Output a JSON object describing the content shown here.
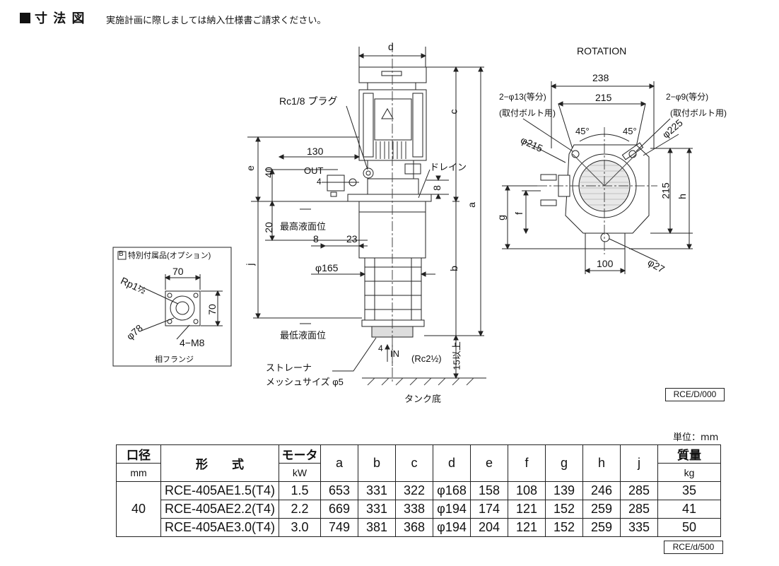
{
  "header": {
    "title": "寸 法 図",
    "subtitle": "実施計画に際しましては納入仕様書ご請求ください。"
  },
  "drawing": {
    "d": "d",
    "c": "c",
    "a": "a",
    "b": "b",
    "e": "e",
    "f": "f",
    "g": "g",
    "h": "h",
    "j": "j",
    "plug": "Rc1/8 プラグ",
    "dim130": "130",
    "dim40": "40",
    "out": "OUT",
    "dim4": "4",
    "drain": "ドレイン",
    "dim8a": "8",
    "dim20": "20",
    "high_level": "最高液面位",
    "dim8b": "8",
    "dim23": "23",
    "phi165": "φ165",
    "low_level": "最低液面位",
    "strainer": "ストレーナ",
    "mesh": "メッシュサイズ φ5",
    "dim4in": "4",
    "in": "IN",
    "rc2": "(Rc2½)",
    "above15": "15以上",
    "tank_bottom": "タンク底",
    "rotation": "ROTATION",
    "dim238": "238",
    "dim215top": "215",
    "bolt13": "2−φ13(等分)",
    "bolt_note1": "(取付ボルト用)",
    "bolt9": "2−φ9(等分)",
    "bolt_note2": "(取付ボルト用)",
    "ang45a": "45°",
    "ang45b": "45°",
    "phi215": "φ215",
    "phi225": "φ225",
    "dim215side": "215",
    "dim100": "100",
    "phi27": "φ27",
    "flange_box_letter": "B",
    "flange_title": "特別付属品(オプション)",
    "fl70a": "70",
    "fl70b": "70",
    "rp": "Rp1½",
    "phi78": "φ78",
    "m8": "4−M8",
    "flange_caption": "相フランジ"
  },
  "ref_code_1": "RCE/D/000",
  "unit_label": "単位：mm",
  "table": {
    "h_bore": "口径",
    "h_bore_unit": "mm",
    "h_model": "形　　式",
    "h_motor": "モータ",
    "h_motor_unit": "kW",
    "cols": [
      "a",
      "b",
      "c",
      "d",
      "e",
      "f",
      "g",
      "h",
      "j"
    ],
    "h_mass": "質量",
    "h_mass_unit": "kg",
    "bore": "40",
    "rows": [
      {
        "model": "RCE-405AE1.5(T4)",
        "kw": "1.5",
        "a": "653",
        "b": "331",
        "c": "322",
        "d": "φ168",
        "e": "158",
        "f": "108",
        "g": "139",
        "h": "246",
        "j": "285",
        "kg": "35"
      },
      {
        "model": "RCE-405AE2.2(T4)",
        "kw": "2.2",
        "a": "669",
        "b": "331",
        "c": "338",
        "d": "φ194",
        "e": "174",
        "f": "121",
        "g": "152",
        "h": "259",
        "j": "285",
        "kg": "41"
      },
      {
        "model": "RCE-405AE3.0(T4)",
        "kw": "3.0",
        "a": "749",
        "b": "381",
        "c": "368",
        "d": "φ194",
        "e": "204",
        "f": "121",
        "g": "152",
        "h": "259",
        "j": "335",
        "kg": "50"
      }
    ]
  },
  "ref_code_2": "RCE/d/500"
}
